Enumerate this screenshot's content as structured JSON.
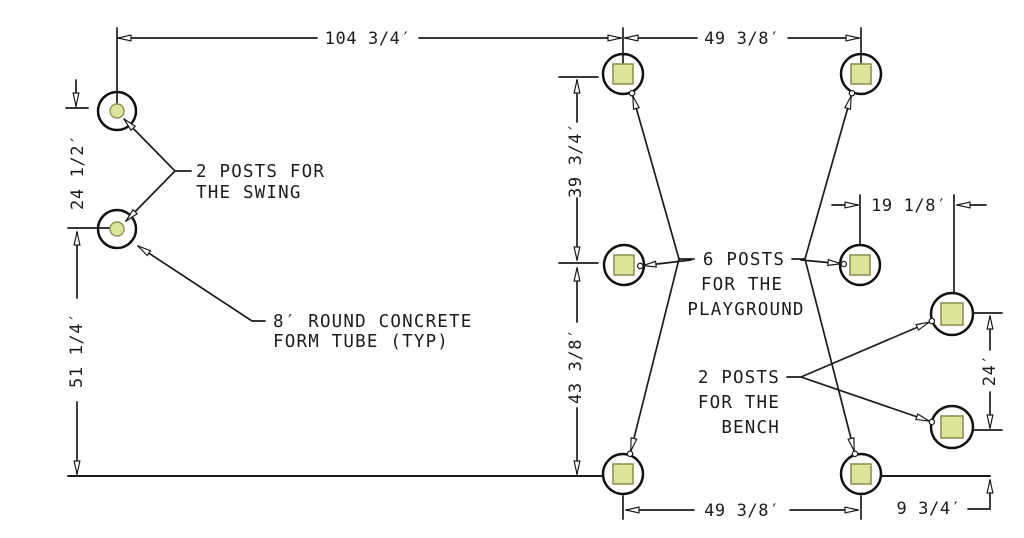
{
  "diagram": {
    "background_color": "#ffffff",
    "line_color": "#1c1c1c",
    "post_fill_color": "#dde59b",
    "post_edge_color": "#8f9055",
    "dimensions": {
      "swing_to_playground": "104 3/4′",
      "playground_top_width": "49 3/8′",
      "swing_post_gap": "24 1/2′",
      "swing_to_base": "51 1/4′",
      "playground_upper_gap": "39 3/4′",
      "playground_lower_gap": "43 3/8′",
      "playground_to_bench": "19 1/8′",
      "bench_gap": "24′",
      "bench_to_base": "9 3/4′",
      "playground_bottom_width": "49 3/8′"
    },
    "labels": {
      "swing_line1": "2 POSTS FOR",
      "swing_line2": "THE SWING",
      "tube_line1": "8′ ROUND CONCRETE",
      "tube_line2": "FORM TUBE (TYP)",
      "playground_line1": "6 POSTS",
      "playground_line2": "FOR THE",
      "playground_line3": "PLAYGROUND",
      "bench_line1": "2 POSTS",
      "bench_line2": "FOR THE",
      "bench_line3": "BENCH"
    }
  }
}
